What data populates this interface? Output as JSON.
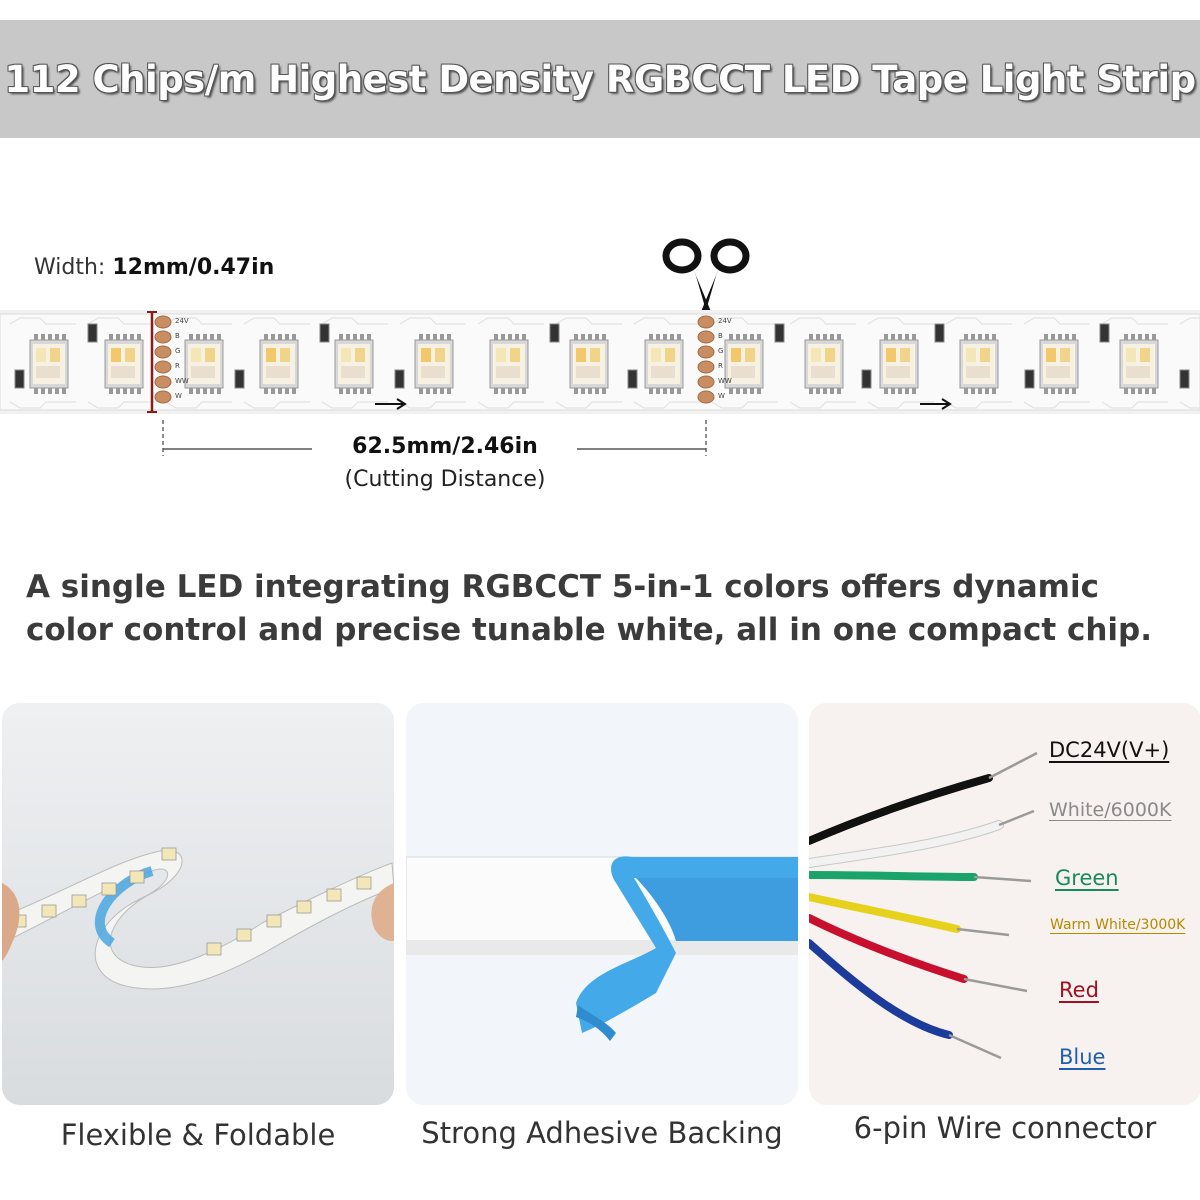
{
  "title": "112 Chips/m Highest Density RGBCCT LED Tape Light Strip",
  "width_label": {
    "prefix": "Width:",
    "value": "12mm/0.47in"
  },
  "cutting": {
    "distance": "62.5mm/2.46in",
    "note": "(Cutting Distance)"
  },
  "pad_labels": [
    "24V",
    "B",
    "G",
    "R",
    "WW",
    "W"
  ],
  "description": "A single LED integrating RGBCCT 5-in-1 colors offers dynamic color control and precise tunable white, all in one compact chip.",
  "panels": [
    {
      "caption": "Flexible & Foldable"
    },
    {
      "caption": "Strong Adhesive Backing"
    },
    {
      "caption": "6-pin Wire connector"
    }
  ],
  "wires": [
    {
      "label": "DC24V(V+)",
      "color": "#111111",
      "text_color": "#111111"
    },
    {
      "label": "White/6000K",
      "color": "#f2f2f2",
      "text_color": "#8a8a8a"
    },
    {
      "label": "Green",
      "color": "#1aa36a",
      "text_color": "#1a8a5a"
    },
    {
      "label": "Warm White/3000K",
      "color": "#e6d21c",
      "text_color": "#b58a00"
    },
    {
      "label": "Red",
      "color": "#c8102e",
      "text_color": "#a01020"
    },
    {
      "label": "Blue",
      "color": "#1d3b9a",
      "text_color": "#1f5fae"
    }
  ],
  "icons": {
    "scissors": "scissors-icon",
    "arrow": "direction-arrow-icon"
  }
}
